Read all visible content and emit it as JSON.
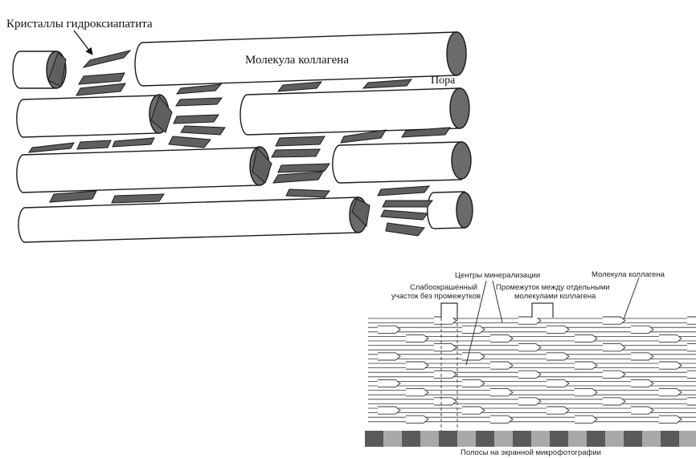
{
  "upper_diagram": {
    "labels": {
      "crystals": "Кристаллы гидроксиапатита",
      "collagen_molecule": "Молекула коллагена",
      "pore": "Пора"
    },
    "colors": {
      "crystal_fill": "#5f5f5f",
      "end_cap_fill": "#6b6b6b",
      "outline": "#1a1a1a"
    }
  },
  "lower_diagram": {
    "labels": {
      "mineralization_centers": "Центры минерализации",
      "collagen_molecule": "Молекула коллагена",
      "weakly_stained_l1": "Слабоокрашенный",
      "weakly_stained_l2": "участок без промежутков",
      "gap_l1": "Промежуток между отдельными",
      "gap_l2": "молекулами коллагена",
      "bands_caption": "Полосы на экранной микрофотографии"
    },
    "colors": {
      "band_dark": "#5a5a5a",
      "band_light": "#a9a9a9",
      "line": "#333333"
    }
  }
}
